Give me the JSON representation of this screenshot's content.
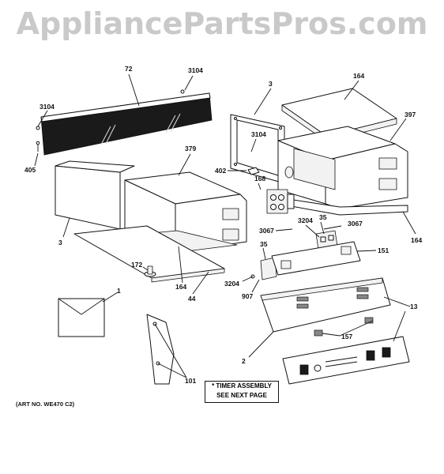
{
  "watermark": "AppliancePartsPros.com",
  "labels": [
    {
      "id": "72",
      "text": "72"
    },
    {
      "id": "3104a",
      "text": "3104"
    },
    {
      "id": "3a",
      "text": "3"
    },
    {
      "id": "164a",
      "text": "164"
    },
    {
      "id": "3104b",
      "text": "3104"
    },
    {
      "id": "397",
      "text": "397"
    },
    {
      "id": "3104c",
      "text": "3104"
    },
    {
      "id": "405",
      "text": "405"
    },
    {
      "id": "379",
      "text": "379"
    },
    {
      "id": "402",
      "text": "402"
    },
    {
      "id": "168",
      "text": "168"
    },
    {
      "id": "3204a",
      "text": "3204"
    },
    {
      "id": "35a",
      "text": "35"
    },
    {
      "id": "3067a",
      "text": "3067"
    },
    {
      "id": "3067b",
      "text": "3067"
    },
    {
      "id": "164b",
      "text": "164"
    },
    {
      "id": "3b",
      "text": "3"
    },
    {
      "id": "151",
      "text": "151"
    },
    {
      "id": "35b",
      "text": "35"
    },
    {
      "id": "172",
      "text": "172"
    },
    {
      "id": "3204b",
      "text": "3204"
    },
    {
      "id": "164c",
      "text": "164"
    },
    {
      "id": "44",
      "text": "44"
    },
    {
      "id": "907",
      "text": "907"
    },
    {
      "id": "1",
      "text": "1"
    },
    {
      "id": "13",
      "text": "13"
    },
    {
      "id": "157",
      "text": "157"
    },
    {
      "id": "2",
      "text": "2"
    },
    {
      "id": "101",
      "text": "101"
    }
  ],
  "note": {
    "line1": "* TIMER ASSEMBLY",
    "line2": "SEE NEXT PAGE"
  },
  "art_no": "(ART NO. WE470 C2)"
}
